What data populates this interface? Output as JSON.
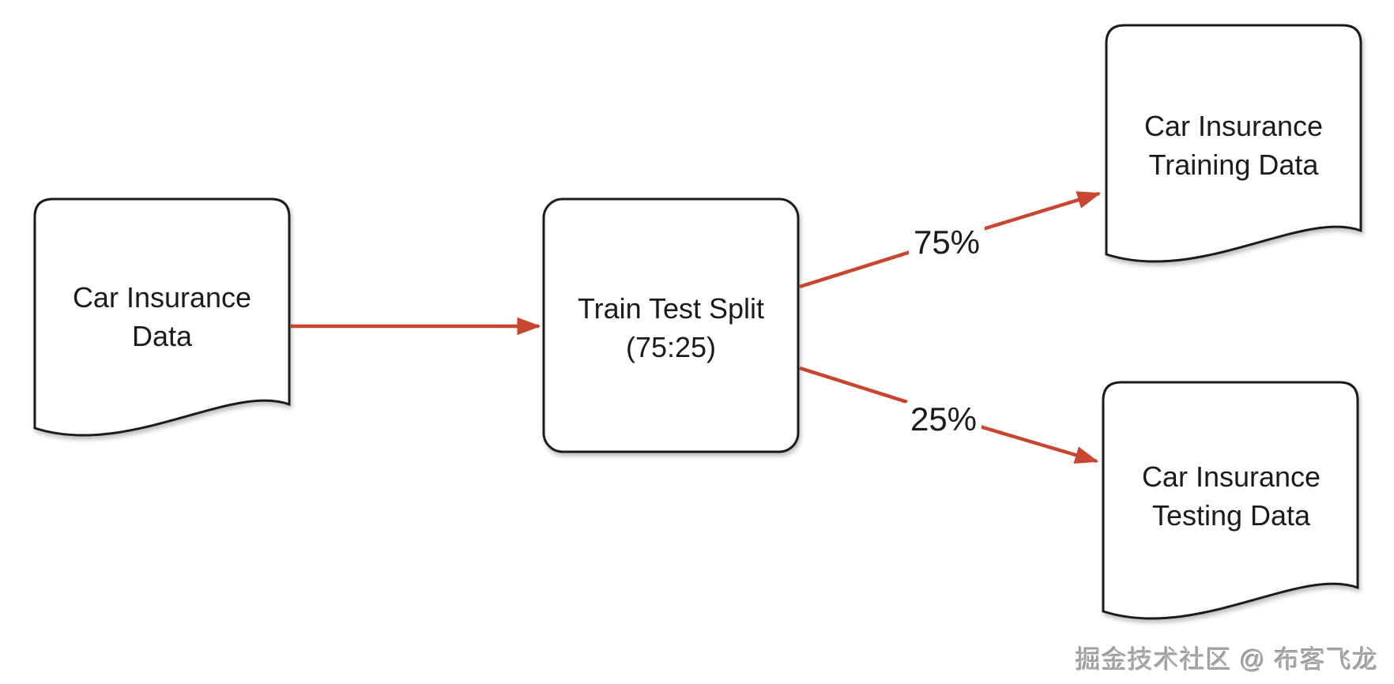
{
  "colors": {
    "arrow": "#c8462f",
    "ink": "#1b1b1b",
    "background": "#ffffff",
    "watermark": "#a9a9a9"
  },
  "nodes": {
    "source": {
      "shape": "document",
      "line1": "Car Insurance",
      "line2": "Data"
    },
    "split": {
      "shape": "rounded-rect",
      "line1": "Train Test Split",
      "line2": "(75:25)"
    },
    "training": {
      "shape": "document",
      "line1": "Car Insurance",
      "line2": "Training Data"
    },
    "testing": {
      "shape": "document",
      "line1": "Car Insurance",
      "line2": "Testing Data"
    }
  },
  "edges": {
    "source_to_split": {
      "from": "source",
      "to": "split",
      "label": ""
    },
    "split_to_training": {
      "from": "split",
      "to": "training",
      "label": "75%"
    },
    "split_to_testing": {
      "from": "split",
      "to": "testing",
      "label": "25%"
    }
  },
  "watermark": "掘金技术社区 @ 布客飞龙"
}
